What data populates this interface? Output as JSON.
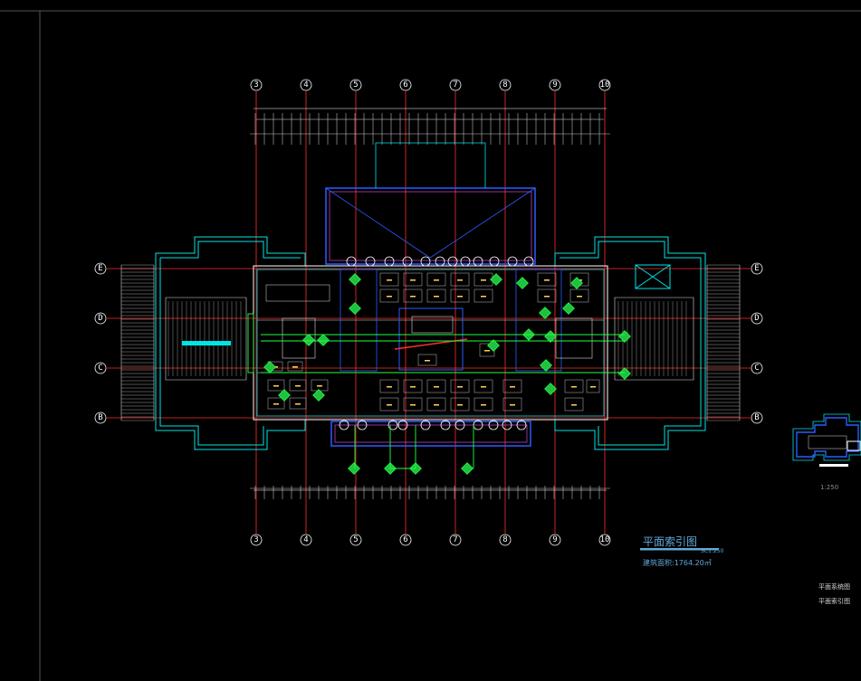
{
  "drawing": {
    "columns": [
      "3",
      "4",
      "5",
      "6",
      "7",
      "8",
      "9",
      "10"
    ],
    "rows": [
      "E",
      "D",
      "C",
      "B"
    ],
    "title": "平面索引图",
    "title_scale": "SC1:250",
    "area_text": "建筑面积:1764.20㎡",
    "key_plan_scale": "1:250",
    "legend": [
      "平面系统图",
      "平面索引图"
    ]
  },
  "colors": {
    "background": "#000000",
    "grid": "#ff2d2d",
    "walls": "#00e5e5",
    "blue": "#2b5cff",
    "green": "#20ff40",
    "white": "#ffffff",
    "title": "#5fa9d8"
  }
}
